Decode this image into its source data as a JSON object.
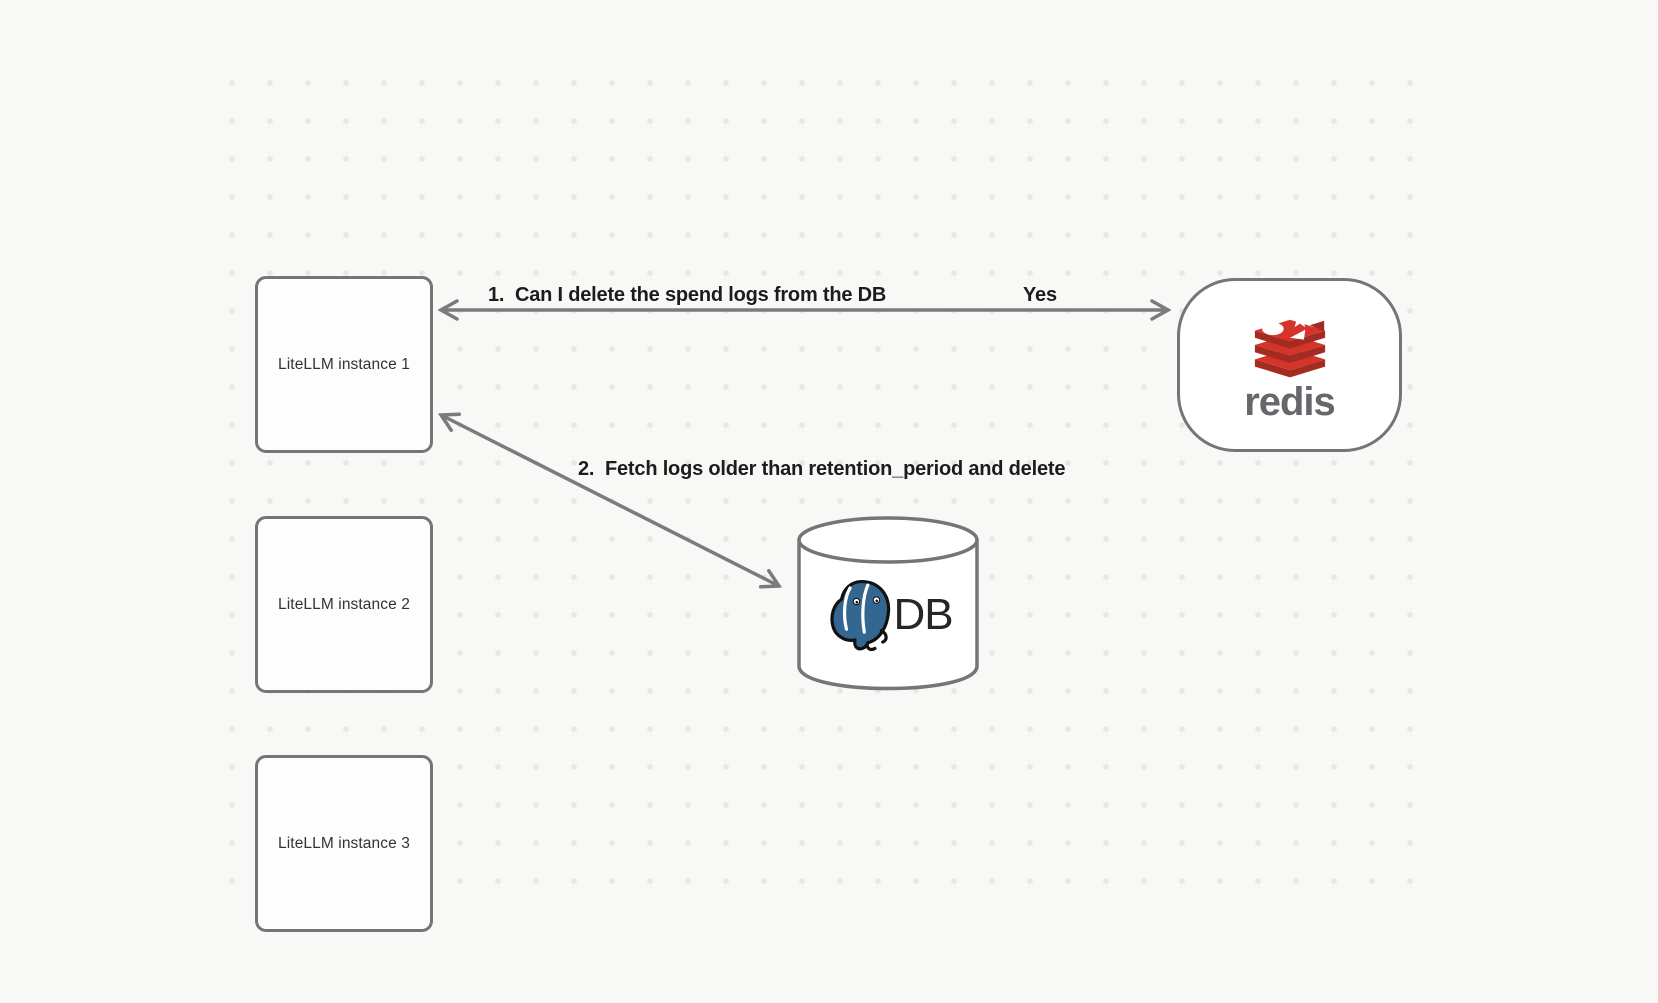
{
  "canvas": {
    "background": "#f8f8f6",
    "grid_dot_color": "#e7e7e5"
  },
  "nodes": {
    "litellm_instance_1": {
      "label": "LiteLLM instance 1"
    },
    "litellm_instance_2": {
      "label": "LiteLLM instance 2"
    },
    "litellm_instance_3": {
      "label": "LiteLLM instance 3"
    },
    "redis": {
      "wordmark": "redis",
      "icon": "redis-stack-icon"
    },
    "db": {
      "label": "DB",
      "icon": "postgresql-elephant-icon"
    }
  },
  "arrows": {
    "instance1_redis": {
      "label": "1.  Can I delete the spend logs from the DB",
      "answer_label": "Yes",
      "direction": "bidirectional"
    },
    "instance1_db": {
      "label": "2.  Fetch logs older than retention_period and delete",
      "direction": "bidirectional"
    }
  },
  "colors": {
    "shape-stroke": "#757575",
    "arrow-stroke": "#7b7b7b",
    "shape-fill": "#fdfdfd",
    "node-text": "#333333",
    "label-text": "#1c1c1c",
    "redis-red": "#d5342a",
    "redis-dark-red": "#a32b22",
    "redis-wordmark": "#66676a",
    "postgres-blue": "#336791",
    "db-text": "#262626",
    "bg": "#f8f8f6",
    "grid-dot": "#e7e7e5"
  }
}
